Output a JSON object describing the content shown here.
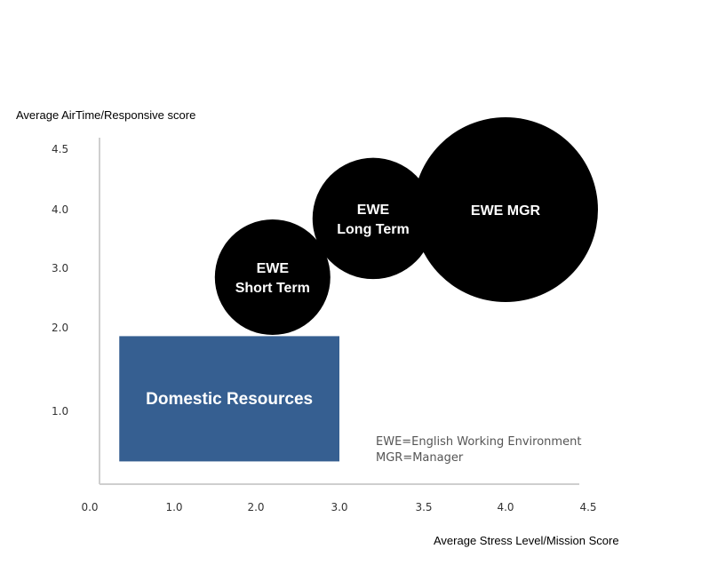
{
  "chart_data": {
    "type": "bubble",
    "ylabel": "Average AirTime/Responsive score",
    "xlabel": "Average Stress Level/Mission Score",
    "x_ticks": [
      "0.0",
      "1.0",
      "2.0",
      "3.0",
      "3.5",
      "4.0",
      "4.5"
    ],
    "y_ticks": [
      "1.0",
      "2.0",
      "3.0",
      "4.0",
      "4.5"
    ],
    "grid": false,
    "bubbles": [
      {
        "label_lines": [
          "EWE",
          "Short Term"
        ],
        "x": 2.2,
        "y": 2.85,
        "size": 1.0,
        "color": "#000000"
      },
      {
        "label_lines": [
          "EWE",
          "Long Term"
        ],
        "x": 3.2,
        "y": 3.85,
        "size": 1.05,
        "color": "#000000"
      },
      {
        "label_lines": [
          "EWE MGR"
        ],
        "x": 4.0,
        "y": 4.0,
        "size": 1.6,
        "color": "#000000"
      }
    ],
    "region": {
      "label": "Domestic Resources",
      "x_range": [
        0.35,
        3.0
      ],
      "y_range": [
        0.4,
        1.9
      ],
      "color": "#365f91"
    },
    "annotations": [
      "EWE=English Working Environment",
      "MGR=Manager"
    ]
  }
}
